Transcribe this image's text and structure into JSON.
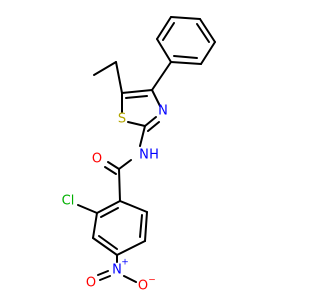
{
  "atoms": {
    "o_amide": {
      "label": "O",
      "color": "#ff0000"
    },
    "n_amide": {
      "label": "N",
      "color": "#0000ff"
    },
    "h_amide": {
      "label": "H",
      "color": "#0000ff"
    },
    "s_ring": {
      "label": "S",
      "color": "#b3a600"
    },
    "n_ring": {
      "label": "N",
      "color": "#0000ff"
    },
    "cl": {
      "label": "Cl",
      "color": "#00b000"
    },
    "n_nitro": {
      "label": "N",
      "color": "#0000ff"
    },
    "n_nitro_charge": {
      "label": "+",
      "color": "#0000ff"
    },
    "o_nitro_left": {
      "label": "O",
      "color": "#ff0000"
    },
    "o_nitro_right": {
      "label": "O",
      "color": "#ff0000"
    },
    "o_nitro_charge": {
      "label": "−",
      "color": "#ff0000"
    }
  }
}
